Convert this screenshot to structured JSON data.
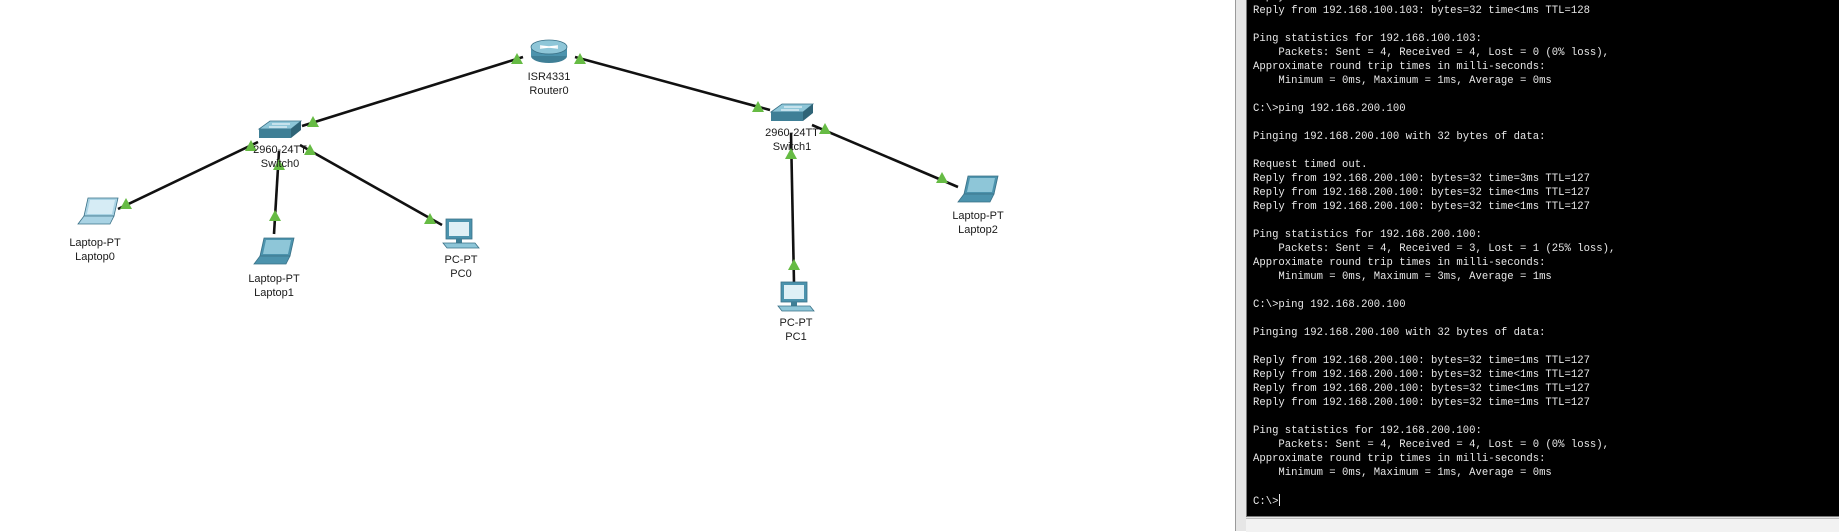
{
  "topology": {
    "devices": [
      {
        "id": "router0",
        "model": "ISR4331",
        "name": "Router0",
        "kind": "router"
      },
      {
        "id": "switch0",
        "model": "2960-24TT",
        "name": "Switch0",
        "kind": "switch"
      },
      {
        "id": "switch1",
        "model": "2960-24TT",
        "name": "Switch1",
        "kind": "switch"
      },
      {
        "id": "laptop0",
        "model": "Laptop-PT",
        "name": "Laptop0",
        "kind": "laptop"
      },
      {
        "id": "laptop1",
        "model": "Laptop-PT",
        "name": "Laptop1",
        "kind": "laptop"
      },
      {
        "id": "pc0",
        "model": "PC-PT",
        "name": "PC0",
        "kind": "pc"
      },
      {
        "id": "pc1",
        "model": "PC-PT",
        "name": "PC1",
        "kind": "pc"
      },
      {
        "id": "laptop2",
        "model": "Laptop-PT",
        "name": "Laptop2",
        "kind": "laptop"
      }
    ],
    "links": [
      [
        "router0",
        "switch0"
      ],
      [
        "router0",
        "switch1"
      ],
      [
        "switch0",
        "laptop0"
      ],
      [
        "switch0",
        "laptop1"
      ],
      [
        "switch0",
        "pc0"
      ],
      [
        "switch1",
        "pc1"
      ],
      [
        "switch1",
        "laptop2"
      ]
    ],
    "link_status_color": "#66bb44",
    "link_color": "#111111"
  },
  "terminal": {
    "lines": [
      "Reply from 192.168.100.103: bytes=32 time<1ms TTL=128",
      "Reply from 192.168.100.103: bytes=32 time<1ms TTL=128",
      "",
      "Ping statistics for 192.168.100.103:",
      "    Packets: Sent = 4, Received = 4, Lost = 0 (0% loss),",
      "Approximate round trip times in milli-seconds:",
      "    Minimum = 0ms, Maximum = 1ms, Average = 0ms",
      "",
      "C:\\>ping 192.168.200.100",
      "",
      "Pinging 192.168.200.100 with 32 bytes of data:",
      "",
      "Request timed out.",
      "Reply from 192.168.200.100: bytes=32 time=3ms TTL=127",
      "Reply from 192.168.200.100: bytes=32 time<1ms TTL=127",
      "Reply from 192.168.200.100: bytes=32 time<1ms TTL=127",
      "",
      "Ping statistics for 192.168.200.100:",
      "    Packets: Sent = 4, Received = 3, Lost = 1 (25% loss),",
      "Approximate round trip times in milli-seconds:",
      "    Minimum = 0ms, Maximum = 3ms, Average = 1ms",
      "",
      "C:\\>ping 192.168.200.100",
      "",
      "Pinging 192.168.200.100 with 32 bytes of data:",
      "",
      "Reply from 192.168.200.100: bytes=32 time=1ms TTL=127",
      "Reply from 192.168.200.100: bytes=32 time<1ms TTL=127",
      "Reply from 192.168.200.100: bytes=32 time<1ms TTL=127",
      "Reply from 192.168.200.100: bytes=32 time=1ms TTL=127",
      "",
      "Ping statistics for 192.168.200.100:",
      "    Packets: Sent = 4, Received = 4, Lost = 0 (0% loss),",
      "Approximate round trip times in milli-seconds:",
      "    Minimum = 0ms, Maximum = 1ms, Average = 0ms",
      ""
    ],
    "prompt": "C:\\>",
    "background": "#000000",
    "foreground": "#e8e8e8"
  }
}
